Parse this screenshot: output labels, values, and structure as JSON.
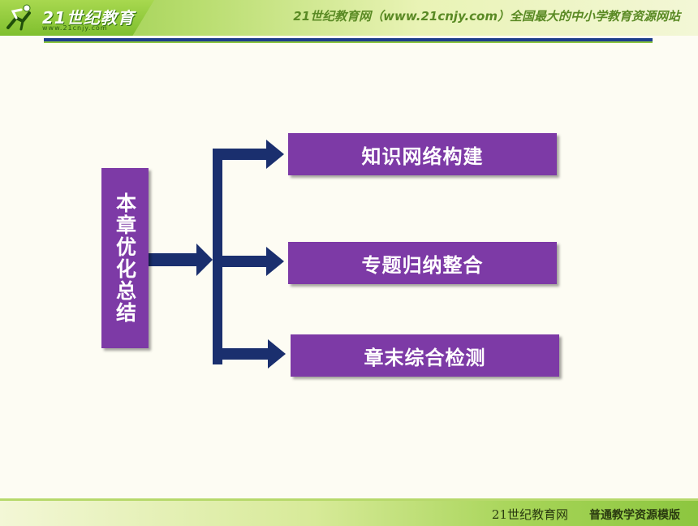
{
  "header": {
    "logo_text": "21世纪教育",
    "logo_url": "www.21cnjy.com",
    "slogan": "21世纪教育网（www.21cnjy.com）全国最大的中小学教育资源网站"
  },
  "diagram": {
    "root": "本章优化总结",
    "items": [
      {
        "label": "知识网络构建"
      },
      {
        "label": "专题归纳整合"
      },
      {
        "label": "章末综合检测"
      }
    ]
  },
  "footer": {
    "site": "21世纪教育网",
    "tagline": "普通教学资源模版"
  },
  "colors": {
    "box_fill": "#7d3aa6",
    "arrow": "#1a2f6e",
    "header_green": "#8cc63f",
    "rule_blue": "#1c3e8c"
  }
}
